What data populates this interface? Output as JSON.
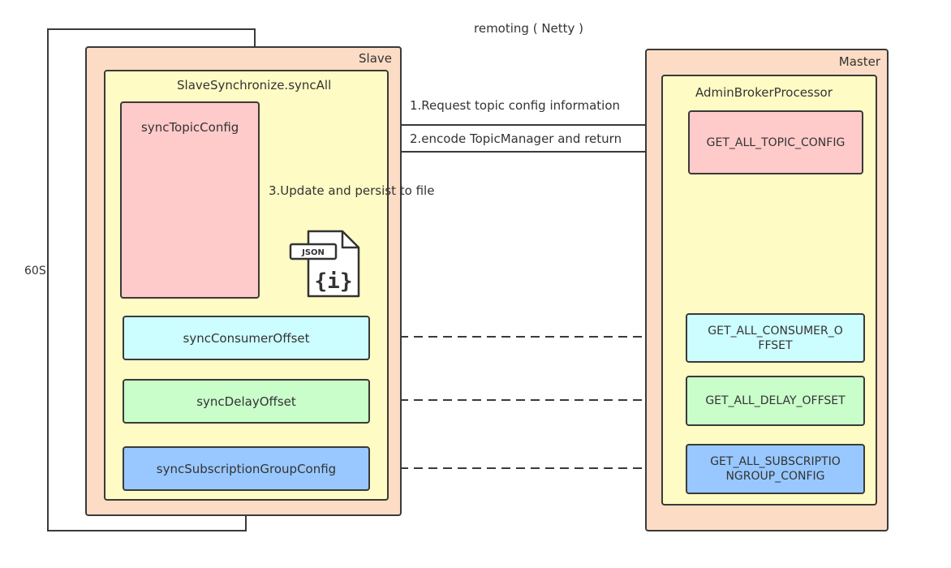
{
  "remoting_label": "remoting ( Netty )",
  "interval_label": "60S",
  "slave": {
    "title": "Slave",
    "synchronizer": "SlaveSynchronize.syncAll",
    "tasks": {
      "topic": "syncTopicConfig",
      "consumer": "syncConsumerOffset",
      "delay": "syncDelayOffset",
      "subscription": "syncSubscriptionGroupConfig"
    }
  },
  "master": {
    "title": "Master",
    "processor": "AdminBrokerProcessor",
    "handlers": {
      "topic": "GET_ALL_TOPIC_CONFIG",
      "consumer": "GET_ALL_CONSUMER_O\nFFSET",
      "delay": "GET_ALL_DELAY_OFFSET",
      "subscription": "GET_ALL_SUBSCRIPTIO\nNGROUP_CONFIG"
    }
  },
  "steps": {
    "request": "1.Request topic config information",
    "response": "2.encode TopicManager and return",
    "persist": "3.Update and persist to file"
  },
  "file_icon_label": "JSON",
  "file_icon_glyph": "{i}",
  "colors": {
    "slave_bg": "#fcdcc4",
    "inner_bg": "#fffbc4",
    "topic_bg": "#ffcaca",
    "consumer_bg": "#ccfdff",
    "delay_bg": "#c9fdca",
    "subscription_bg": "#98c8ff"
  }
}
